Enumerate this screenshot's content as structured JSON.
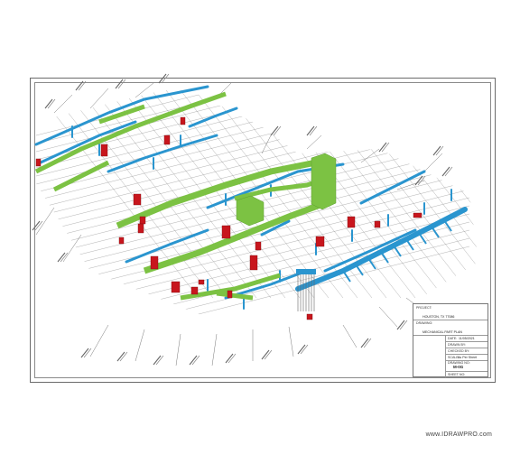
{
  "drawing": {
    "duct_colors": {
      "supply": "#7cc243",
      "return": "#2a95cf",
      "equipment": "#c8161d",
      "linework": "#3a3a3a"
    }
  },
  "title_block": {
    "project_label": "PROJECT:",
    "project_value": "HOUSTON, TX 77086",
    "drawing_label": "DRAWING:",
    "drawing_value": "MECHANICAL PART PLAN",
    "date_label": "DATE:",
    "date_value": "11/05/2021",
    "drawn_by_label": "DRAWN BY:",
    "checked_by_label": "CHECKED BY:",
    "scale_label": "SCALE:",
    "scale_value": "As Per Sheet",
    "drawing_no_label": "DRAWING NO:",
    "sheet_number": "M-0G",
    "sheet_no_label": "SHEET NO:"
  },
  "footer": {
    "watermark": "www.IDRAWPRO.com"
  }
}
